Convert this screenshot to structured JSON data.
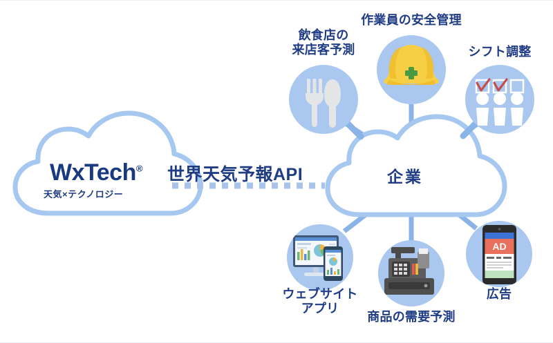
{
  "diagram": {
    "title_text_color": "#1f3c85",
    "accent_blue": "#a6c8f0",
    "icon_circle_fill": "#a9c7ef",
    "dotted_line_color": "#a8c4ec",
    "brand": {
      "name": "WxTech",
      "registered_mark": "®",
      "tagline": "天気×テクノロジー",
      "cloud_label": "wxtech-cloud"
    },
    "connector": {
      "label": "世界天気予報API",
      "style": "dotted"
    },
    "hub": {
      "label": "企業",
      "shape": "cloud"
    },
    "nodes": [
      {
        "id": "restaurant-forecast",
        "label": "飲食店の\n来店客予測",
        "icon": "fork-knife-magnifier-icon",
        "position": "top-left"
      },
      {
        "id": "worker-safety",
        "label": "作業員の安全管理",
        "icon": "hard-hat-icon",
        "position": "top-center"
      },
      {
        "id": "shift-adjustment",
        "label": "シフト調整",
        "icon": "people-checklist-magnifier-icon",
        "position": "top-right"
      },
      {
        "id": "website-app",
        "label": "ウェブサイト\nアプリ",
        "icon": "monitor-smartphone-icon",
        "position": "bottom-left"
      },
      {
        "id": "product-demand-forecast",
        "label": "商品の需要予測",
        "icon": "cash-register-icon",
        "position": "bottom-center"
      },
      {
        "id": "advertising",
        "label": "広告",
        "icon": "smartphone-ad-icon",
        "position": "bottom-right",
        "ad_badge_text": "AD"
      }
    ]
  }
}
